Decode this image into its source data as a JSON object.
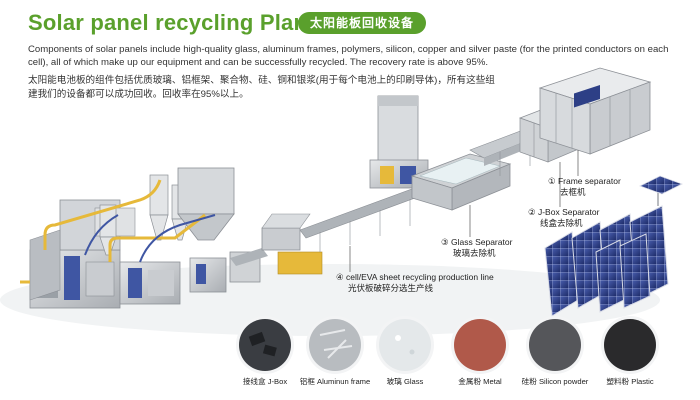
{
  "header": {
    "title": "Solar panel recycling Plant",
    "badge": "太阳能板回收设备"
  },
  "description": {
    "english": "Components of solar panels include high-quality glass, aluminum frames, polymers, silicon, copper and silver paste (for the printed conductors on each cell), all of which make up our equipment and can be successfully recycled. The recovery rate is above 95%.",
    "chinese": "太阳能电池板的组件包括优质玻璃、铝框架、聚合物、硅、铜和银浆(用于每个电池上的印刷导体)，所有这些组建我们的设备都可以成功回收。回收率在95%以上。"
  },
  "callouts": [
    {
      "en": "① Frame separator",
      "zh": "去框机"
    },
    {
      "en": "② J-Box Separator",
      "zh": "线盒去除机"
    },
    {
      "en": "③ Glass Separator",
      "zh": "玻璃去除机"
    },
    {
      "en": "④ cell/EVA sheet recycling production line",
      "zh": "光伏板破碎分选生产线"
    }
  ],
  "materials": [
    {
      "label": "接线盒 J-Box",
      "color": "#3a3d42"
    },
    {
      "label": "铝框 Aluminun frame",
      "color": "#b8bcc0"
    },
    {
      "label": "玻璃 Glass",
      "color": "#e4e8ea"
    },
    {
      "label": "金属粉 Metal",
      "color": "#b0594a"
    },
    {
      "label": "硅粉 Silicon powder",
      "color": "#55565a"
    },
    {
      "label": "塑料粉 Plastic",
      "color": "#2a2a2c"
    }
  ],
  "colors": {
    "accent": "#5aa02c",
    "machine_gray": "#c9ccd0",
    "machine_dark": "#8c9096",
    "conveyor": "#aeb3b8",
    "motor_blue": "#3f56a3",
    "pipe_yellow": "#e6b93a",
    "panel_blue": "#2d3f86"
  }
}
